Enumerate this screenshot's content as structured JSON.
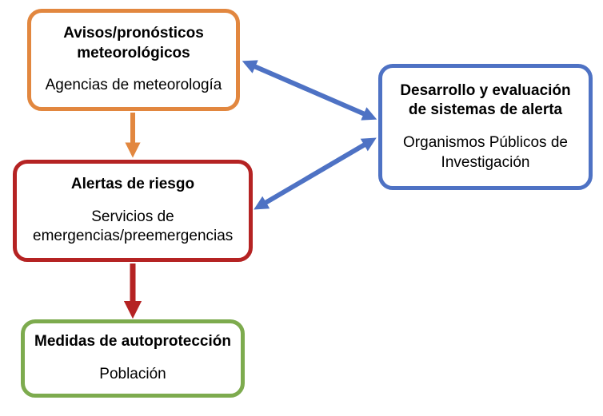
{
  "boxes": {
    "forecast": {
      "title": "Avisos/pronósticos meteorológicos",
      "subtitle": "Agencias de meteorología"
    },
    "risk": {
      "title": "Alertas de riesgo",
      "subtitle": "Servicios de emergencias/preemergencias"
    },
    "measures": {
      "title": "Medidas de autoprotección",
      "subtitle": "Población"
    },
    "development": {
      "title": "Desarrollo y evaluación de sistemas de alerta",
      "subtitle": "Organismos Públicos de Investigación"
    }
  },
  "colors": {
    "forecast": "#e2873f",
    "risk": "#b52323",
    "measures": "#7dab4e",
    "development": "#4e72c4"
  }
}
